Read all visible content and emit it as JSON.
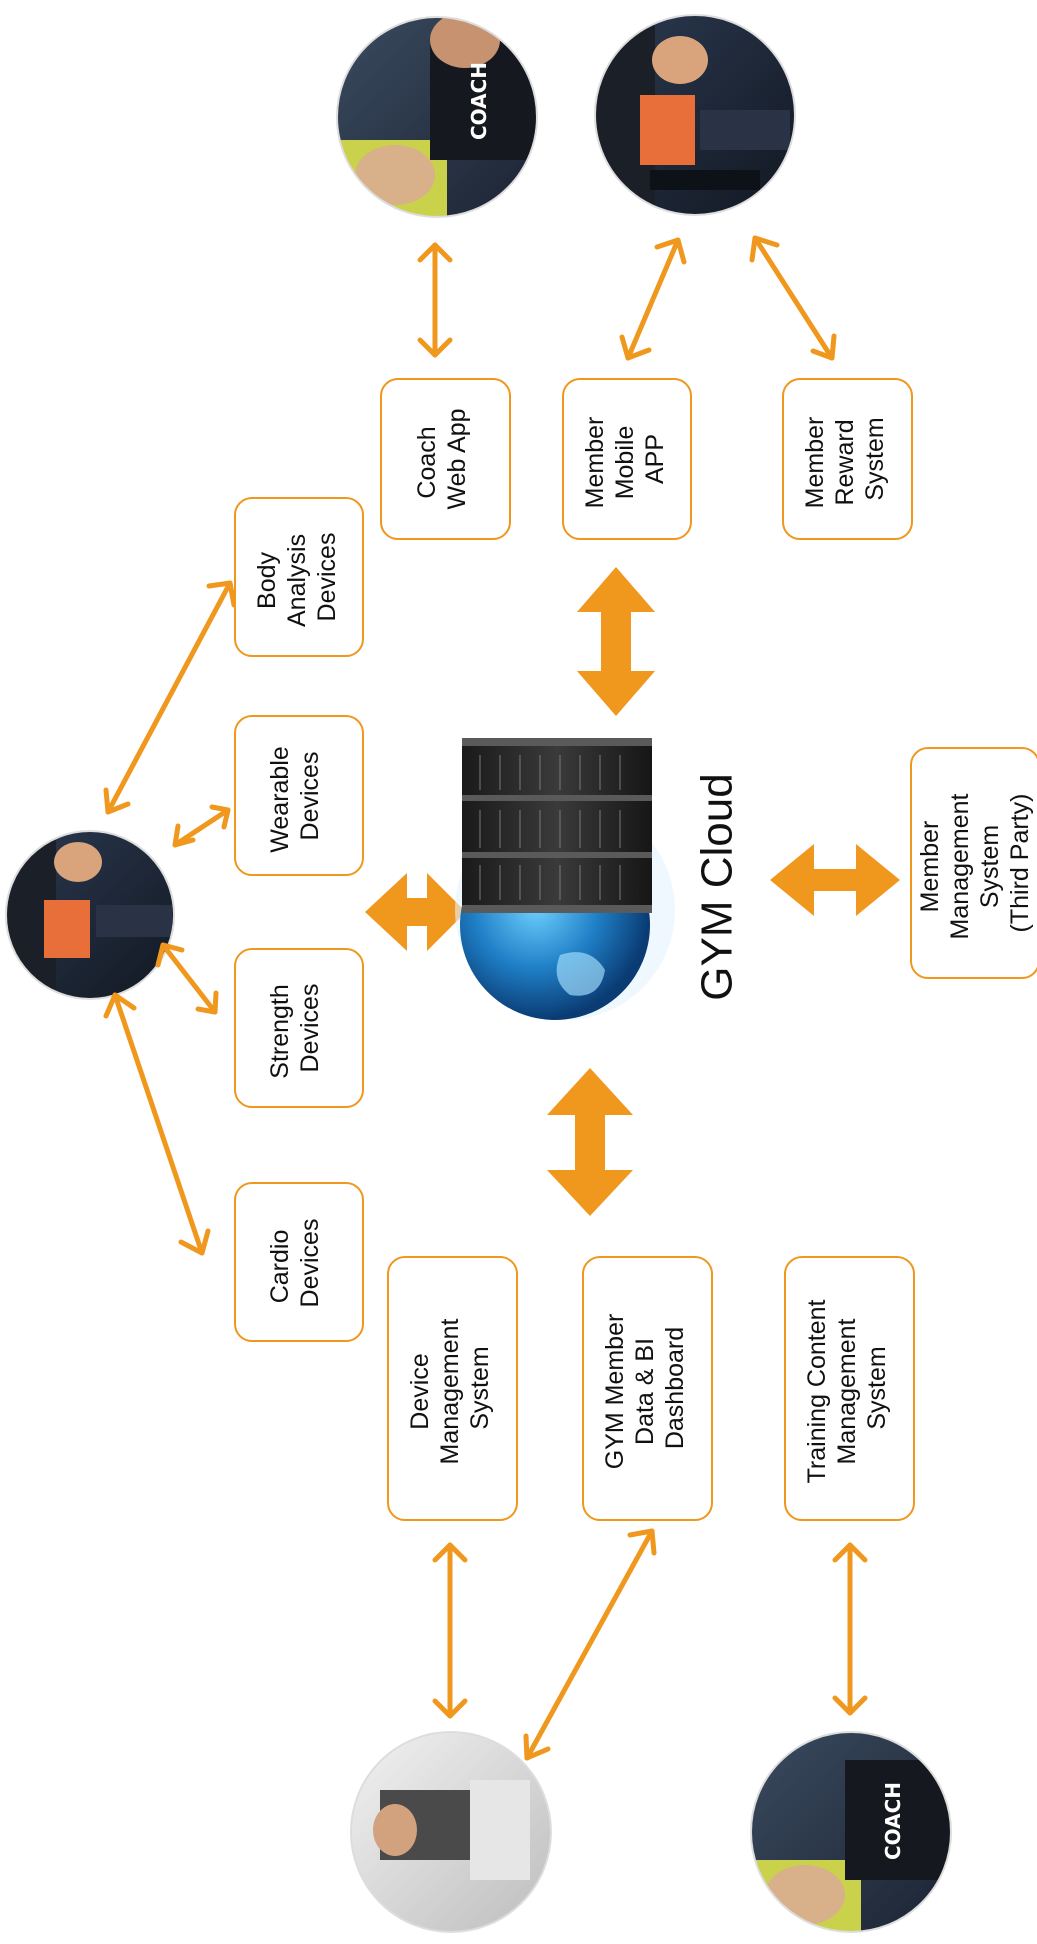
{
  "title": "GYM Cloud",
  "accent_color": "#f0971e",
  "nodes": {
    "cardio": [
      "Cardio",
      "Devices"
    ],
    "strength": [
      "Strength",
      "Devices"
    ],
    "wearable": [
      "Wearable",
      "Devices"
    ],
    "body_analysis": [
      "Body",
      "Analysis",
      "Devices"
    ],
    "device_mgmt": [
      "Device",
      "Management",
      "System"
    ],
    "bi_dashboard": [
      "GYM Member",
      "Data & BI",
      "Dashboard"
    ],
    "training_content": [
      "Training Content",
      "Management",
      "System"
    ],
    "coach_web_app": [
      "Coach",
      "Web App"
    ],
    "member_mobile_app": [
      "Member",
      "Mobile",
      "APP"
    ],
    "member_reward": [
      "Member",
      "Reward",
      "System"
    ],
    "member_mgmt": [
      "Member",
      "Management",
      "System",
      "(Third Party)"
    ]
  },
  "photos": {
    "coach_shirt_label": "COACH",
    "coach_top": "coach-photo",
    "coach_bottom": "coach-photo",
    "member_left": "member-photo",
    "member_top": "member-photo",
    "manager_bottom": "manager-photo"
  },
  "icons": {
    "server": "server-rack-icon",
    "globe": "globe-icon"
  }
}
